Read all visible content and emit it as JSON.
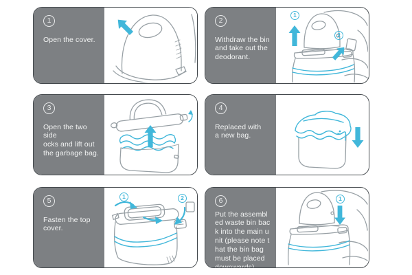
{
  "colors": {
    "accent_cyan": "#41b7da",
    "sidebar_gray": "#7d8083",
    "panel_border": "#43484c",
    "line_gray": "#98a0a5",
    "text_white": "#f1f2f2"
  },
  "steps": [
    {
      "number": "1",
      "text": "Open the cover.",
      "callouts": []
    },
    {
      "number": "2",
      "text": "Withdraw the bin\nand take out the\ndeodorant.",
      "callouts": [
        "1",
        "2"
      ]
    },
    {
      "number": "3",
      "text": "Open the two side\nocks and lift out\nthe garbage bag.",
      "callouts": []
    },
    {
      "number": "4",
      "text": "Replaced with\na new bag.",
      "callouts": []
    },
    {
      "number": "5",
      "text": "Fasten the top\ncover.",
      "callouts": [
        "1",
        "2"
      ]
    },
    {
      "number": "6",
      "text": "Put the assembl\ned waste bin bac\nk into the main u\nnit (please note t\nhat the bin bag\nmust be placed\ndownwards)",
      "callouts": [
        "1"
      ]
    }
  ]
}
